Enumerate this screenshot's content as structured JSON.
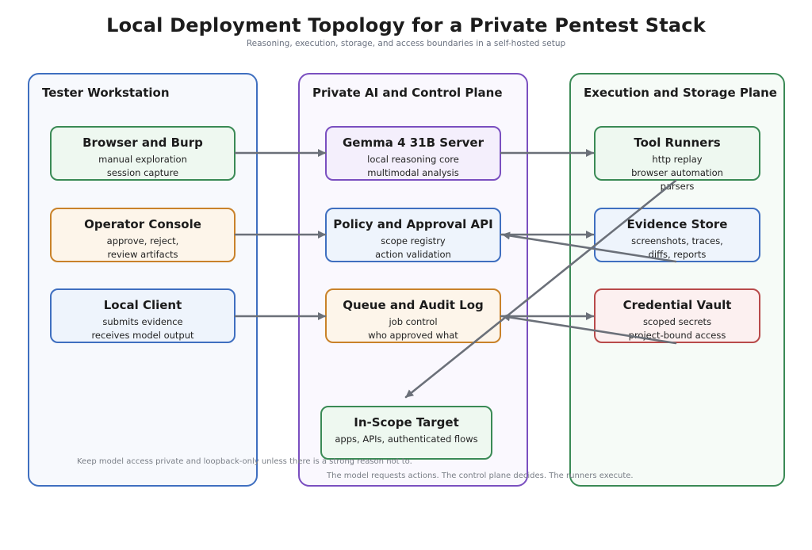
{
  "header": {
    "title": "Local Deployment Topology for a Private Pentest Stack",
    "subtitle": "Reasoning, execution, storage, and access boundaries in a self-hosted setup"
  },
  "zones": {
    "workstation": {
      "title": "Tester Workstation"
    },
    "control": {
      "title": "Private AI and Control Plane"
    },
    "execution": {
      "title": "Execution and Storage Plane"
    }
  },
  "nodes": {
    "browser": {
      "title": "Browser and Burp",
      "lines": [
        "manual exploration",
        "session capture"
      ]
    },
    "console": {
      "title": "Operator Console",
      "lines": [
        "approve, reject,",
        "review artifacts"
      ]
    },
    "client": {
      "title": "Local Client",
      "lines": [
        "submits evidence",
        "receives model output"
      ]
    },
    "gemma": {
      "title": "Gemma 4 31B Server",
      "lines": [
        "local reasoning core",
        "multimodal analysis"
      ]
    },
    "policy": {
      "title": "Policy and Approval API",
      "lines": [
        "scope registry",
        "action validation"
      ]
    },
    "queue": {
      "title": "Queue and Audit Log",
      "lines": [
        "job control",
        "who approved what"
      ]
    },
    "target": {
      "title": "In-Scope Target",
      "lines": [
        "apps, APIs, authenticated flows"
      ]
    },
    "runners": {
      "title": "Tool Runners",
      "lines": [
        "http replay",
        "browser automation",
        "parsers"
      ]
    },
    "evidence": {
      "title": "Evidence Store",
      "lines": [
        "screenshots, traces,",
        "diffs, reports"
      ]
    },
    "vault": {
      "title": "Credential Vault",
      "lines": [
        "scoped secrets",
        "project-bound access"
      ]
    }
  },
  "notes": {
    "loopback": "Keep model access private and loopback-only unless there is a strong reason not to.",
    "flow": "The model requests actions. The control plane decides. The runners execute."
  },
  "colors": {
    "arrow": "#6b7079",
    "workstation_border": "#3f6fc0",
    "control_border": "#7a4fc0",
    "execution_border": "#3a8a55"
  }
}
